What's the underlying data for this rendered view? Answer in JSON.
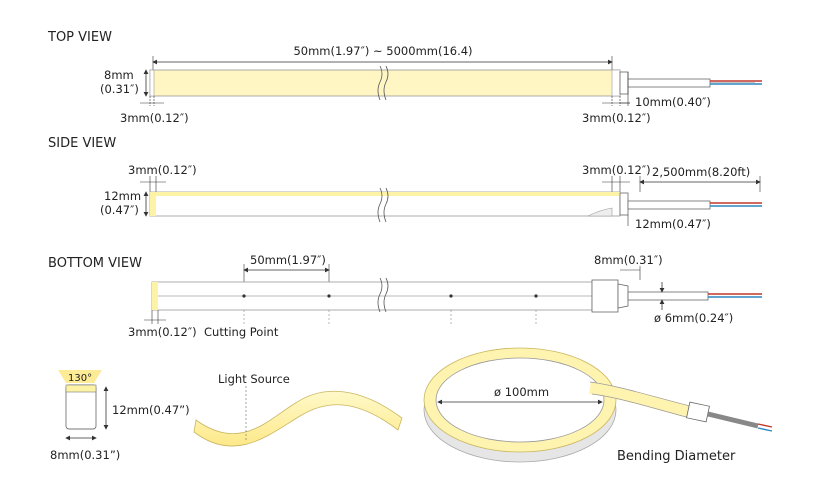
{
  "views": {
    "top": {
      "title": "TOP VIEW",
      "length_label": "50mm(1.97″) ~ 5000mm(16.4)",
      "height_label_1": "8mm",
      "height_label_2": "(0.31″)",
      "left_margin_label": "3mm(0.12″)",
      "right_margin_label": "3mm(0.12″)",
      "cap_label": "10mm(0.40″)"
    },
    "side": {
      "title": "SIDE VIEW",
      "left_margin_label": "3mm(0.12″)",
      "right_margin_label": "3mm(0.12″)",
      "cable_label": "2,500mm(8.20ft)",
      "height_label_1": "12mm",
      "height_label_2": "(0.47″)",
      "cap_label": "12mm(0.47″)"
    },
    "bottom": {
      "title": "BOTTOM VIEW",
      "cut_label": "50mm(1.97″)",
      "cap_label": "8mm(0.31″)",
      "margin_label": "3mm(0.12″)",
      "cutting_point_label": "Cutting Point",
      "cable_label": "ø 6mm(0.24″)"
    }
  },
  "cross_section": {
    "angle_label": "130°",
    "height_label": "12mm(0.47”)",
    "width_label": "8mm(0.31”)"
  },
  "wave": {
    "light_source_label": "Light Source"
  },
  "coil": {
    "diameter_label": "ø 100mm",
    "caption": "Bending Diameter"
  },
  "colors": {
    "strip_yellow": "#fff6c4",
    "light_yellow": "#fdf3a6",
    "line": "#333333",
    "red_wire": "#c0392b",
    "blue_wire": "#2e86c1"
  }
}
